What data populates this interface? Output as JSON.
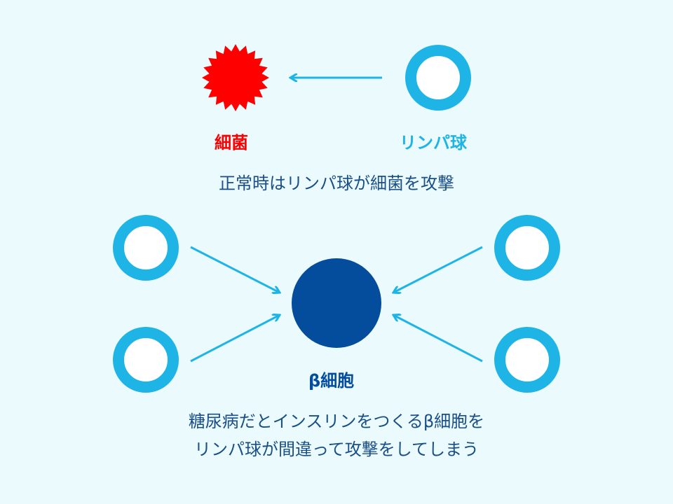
{
  "colors": {
    "background": "#eafafd",
    "bacteria": "#ff0000",
    "lymphocyte": "#1eb4e6",
    "beta_cell": "#044c9c",
    "arrow": "#1eb4e6",
    "caption_text": "#1a4e86"
  },
  "top": {
    "bacteria_label": "細菌",
    "lymphocyte_label": "リンパ球",
    "caption": "正常時はリンパ球が細菌を攻撃"
  },
  "bottom": {
    "beta_cell_label": "β細胞",
    "caption_line1": "糖尿病だとインスリンをつくるβ細胞を",
    "caption_line2": "リンパ球が間違って攻撃をしてしまう"
  }
}
